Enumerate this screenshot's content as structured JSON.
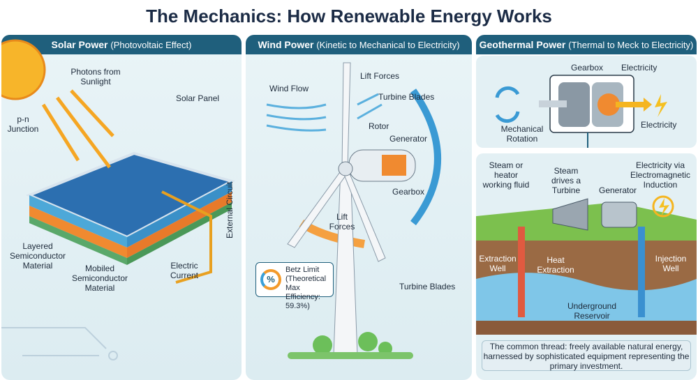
{
  "title": "The Mechanics: How Renewable Energy Works",
  "solar": {
    "header_bold": "Solar Power",
    "header_sub": "(Photovoltaic Effect)",
    "labels": {
      "photons": "Photons from Sunlight",
      "panel": "Solar Panel",
      "pn": "p-n Junction",
      "layered": "Layered Semiconductor Material",
      "mobiled": "Mobiled Semiconductor Material",
      "current": "Electric Current",
      "circuit": "External Circuit"
    }
  },
  "wind": {
    "header_bold": "Wind Power",
    "header_sub": "(Kinetic to Mechanical to Electricity)",
    "labels": {
      "flow": "Wind Flow",
      "lift_top": "Lift Forces",
      "blades_top": "Turbine Blades",
      "rotor": "Rotor",
      "generator": "Generator",
      "gearbox": "Gearbox",
      "lift_left": "Lift Forces",
      "blades_bottom": "Turbine Blades"
    },
    "betz": {
      "symbol": "%",
      "text": "Betz Limit (Theoretical Max Efficiency: 59.3%)"
    }
  },
  "geo": {
    "header_bold": "Geothermal Power",
    "header_sub": "(Thermal to Meck to Electricity)",
    "top": {
      "gearbox": "Gearbox",
      "electricity_top": "Electricity",
      "rotation": "Mechanical Rotation",
      "electricity_right": "Electricity"
    },
    "bottom": {
      "steam": "Steam or heator working fluid",
      "drives": "Steam drives a Turbine",
      "generator": "Generator",
      "induction": "Electricity via Electromagnetic Induction",
      "extraction": "Extraction Well",
      "heat": "Heat Extraction",
      "injection": "Injection Well",
      "reservoir": "Underground Reservoir"
    },
    "note": "The common thread: freely available natural energy, harnessed by sophisticated equipment representing the primary investment."
  }
}
